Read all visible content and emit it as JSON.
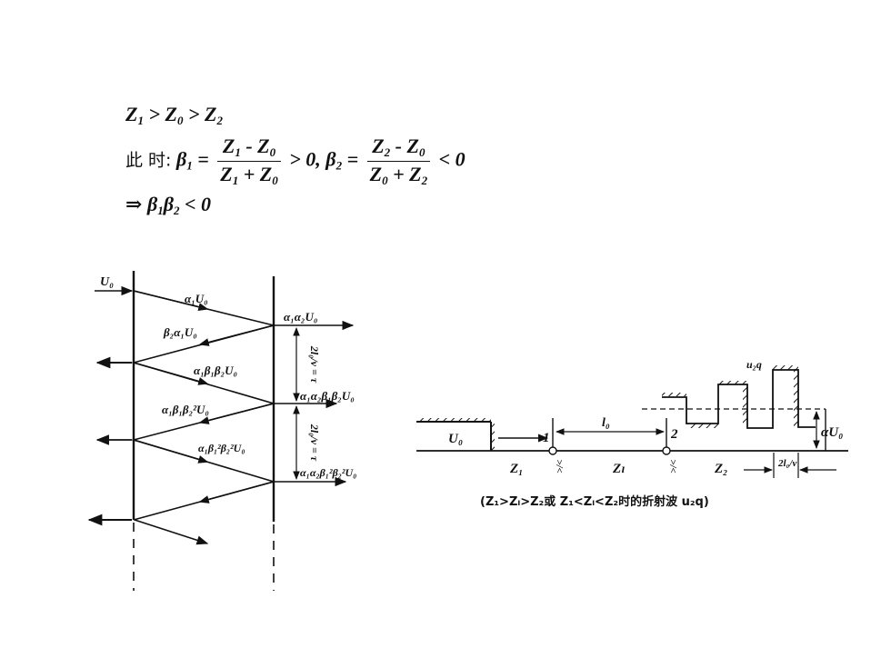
{
  "formula": {
    "line1": {
      "z1": "Z",
      "s1": "1",
      "gt1": ">",
      "z0": "Z",
      "s0": "0",
      "gt2": ">",
      "z2": "Z",
      "s2": "2"
    },
    "line2": {
      "prefix": "此 时:",
      "beta1": "β",
      "beta1_sub": "1",
      "eq1": "=",
      "f1_num": "Z",
      "f1_num_s1": "1",
      "f1_num_op": " - ",
      "f1_num_z": "Z",
      "f1_num_s2": "0",
      "f1_den": "Z",
      "f1_den_s1": "1",
      "f1_den_op": " + ",
      "f1_den_z": "Z",
      "f1_den_s2": "0",
      "mid": "> 0, ",
      "beta2": "β",
      "beta2_sub": "2",
      "eq2": "=",
      "f2_num": "Z",
      "f2_num_s1": "2",
      "f2_num_op": " - ",
      "f2_num_z": "Z",
      "f2_num_s2": "0",
      "f2_den": "Z",
      "f2_den_s1": "0",
      "f2_den_op": " + ",
      "f2_den_z": "Z",
      "f2_den_s2": "2",
      "tail": "< 0"
    },
    "line3": {
      "arrow": "⇒ ",
      "b1": "β",
      "b1s": "1",
      "b2": "β",
      "b2s": "2",
      "tail": " < 0"
    }
  },
  "lattice": {
    "labels": {
      "u0": "U₀",
      "a1u0": "α₁U₀",
      "a1a2u0": "α₁α₂U₀",
      "b2a1u0": "β₂α₁U₀",
      "a1b1b2u0": "α₁β₁β₂U₀",
      "a1a2b1b2u0": "α₁α₂β₁β₂U₀",
      "a1b1b22u0": "α₁β₁β₂²U₀",
      "a1b12b22u0": "α₁β₁²β₂²U₀",
      "a1a2b12b22u0": "α₁α₂β₁²β₂²U₀",
      "tau1": "2l₀/v = τ",
      "tau2": "2l₀/v = τ"
    }
  },
  "line_diagram": {
    "labels": {
      "u0": "U₀",
      "node1": "1",
      "node2": "2",
      "l0": "l₀",
      "z1": "Z₁",
      "zl": "Zₗ",
      "z2": "Z₂",
      "sym1": ">/<",
      "sym2": ">/<",
      "u2q": "u₂q",
      "au0": "αU₀",
      "two_l0_v": "2l₀/v"
    },
    "caption": "(Z₁>Zₗ>Z₂或 Z₁<Zₗ<Z₂时的折射波 u₂q)"
  }
}
